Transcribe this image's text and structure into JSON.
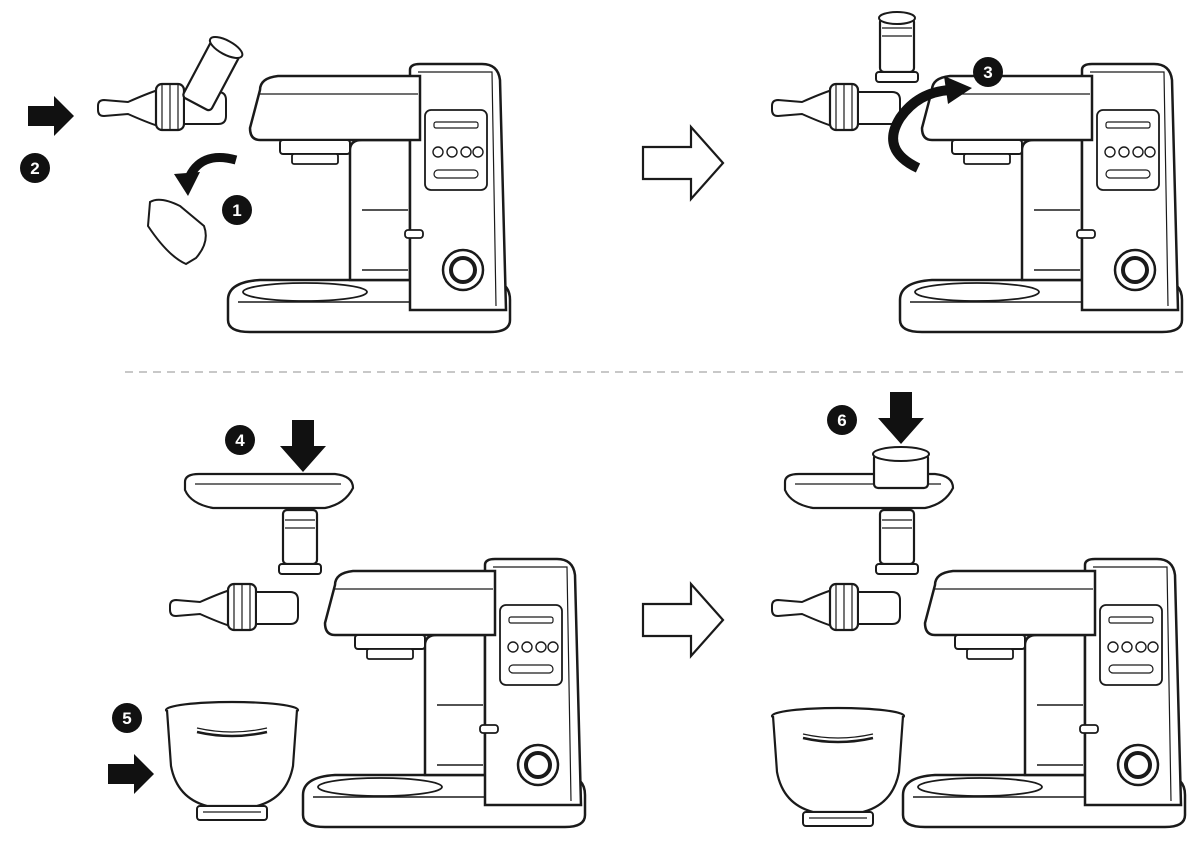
{
  "diagram": {
    "steps": [
      {
        "number": "1",
        "action": "remove-cover"
      },
      {
        "number": "2",
        "action": "insert-attachment"
      },
      {
        "number": "3",
        "action": "rotate-to-lock"
      },
      {
        "number": "4",
        "action": "place-tray"
      },
      {
        "number": "5",
        "action": "place-bowl"
      },
      {
        "number": "6",
        "action": "insert-pusher"
      }
    ],
    "colors": {
      "line": "#1a1a1a",
      "fill": "#ffffff",
      "accent": "#111111",
      "divider": "#c8c8c8"
    },
    "icons": [
      "mixer-icon",
      "juicer-attachment-icon",
      "bowl-icon",
      "tray-icon",
      "pusher-icon",
      "arrow-right-icon",
      "arrow-down-icon",
      "rotate-arrow-icon"
    ]
  }
}
